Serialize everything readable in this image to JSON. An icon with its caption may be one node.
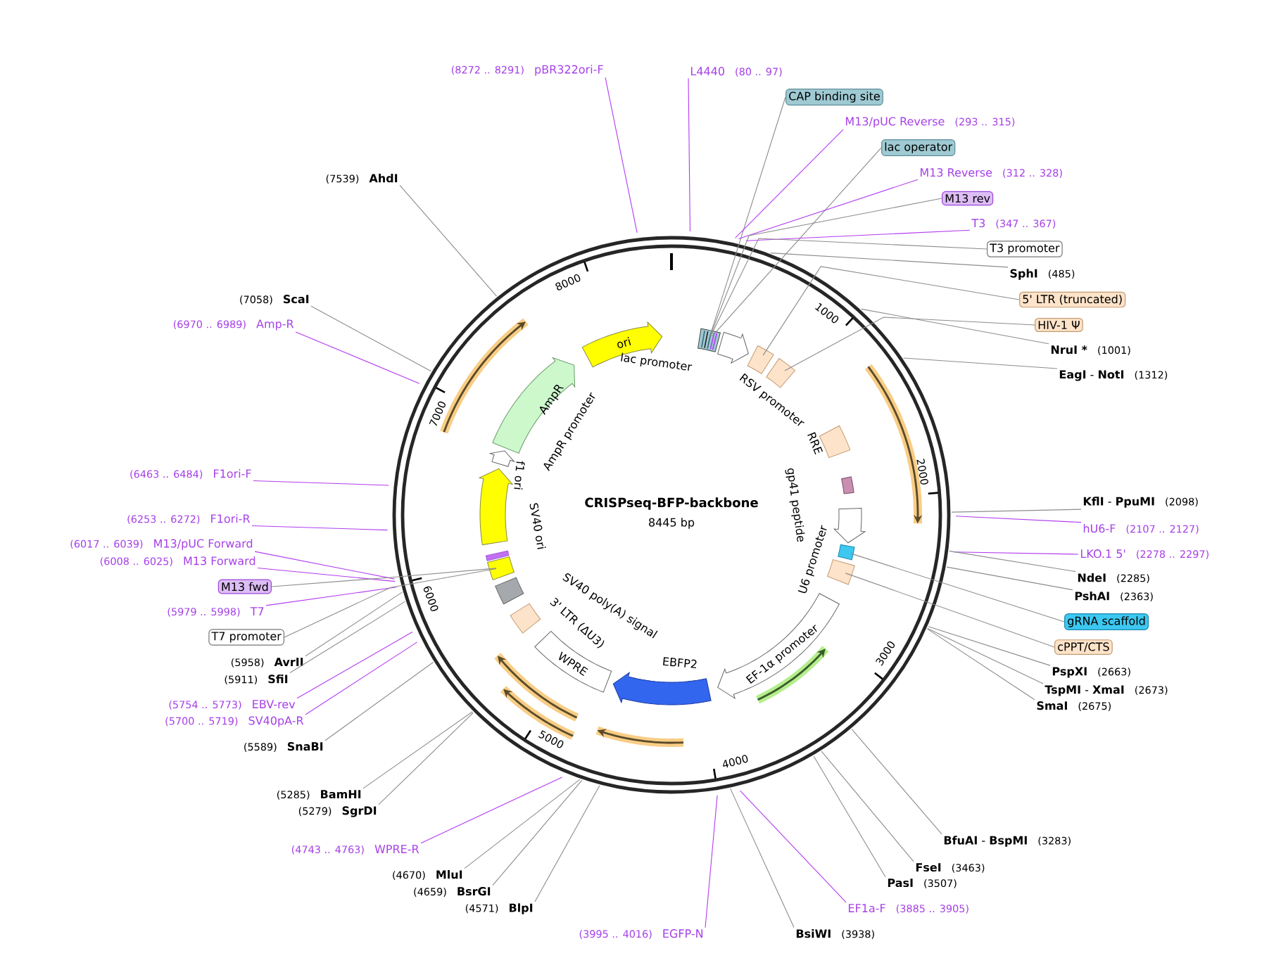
{
  "diagram": {
    "title": "CRISPseq-BFP-backbone",
    "nodes": [
      {
        "text": [
          "(8272 .. 8291)",
          "pBR322ori-F"
        ]
      },
      {
        "text": [
          "L4440",
          "(80 .. 97)"
        ]
      },
      {
        "text": [
          "CAP binding site"
        ]
      },
      {
        "text": [
          "M13/pUC Reverse",
          "(293 .. 315)"
        ]
      },
      {
        "text": [
          "lac operator"
        ]
      },
      {
        "text": [
          "M13 Reverse",
          "(312 .. 328)"
        ]
      },
      {
        "text": [
          "(7539)",
          "AhdI"
        ]
      },
      {
        "text": [
          "M13 rev"
        ]
      },
      {
        "text": [
          "T3",
          "(347 .. 367)"
        ]
      },
      {
        "text": [
          "T3 promoter"
        ]
      },
      {
        "text": [
          "SphI",
          "(485)"
        ]
      },
      {
        "text": [
          "5' LTR (truncated)"
        ]
      },
      {
        "text": [
          "(7058)",
          "ScaI"
        ]
      },
      {
        "text": [
          "HIV-1 Ψ"
        ]
      },
      {
        "text": [
          "(6970 .. 6989)",
          "Amp-R"
        ]
      },
      {
        "text": [
          "NruI *",
          "(1001)"
        ]
      },
      {
        "text": [
          "**EagI** - **NotI**",
          "(1312)"
        ]
      },
      {
        "text": [
          "(6463 .. 6484)",
          "F1ori-F"
        ]
      },
      {
        "text": [
          "**KflI** - **PpuMI**",
          "(2098)"
        ]
      },
      {
        "text": [
          "(6253 .. 6272)",
          "F1ori-R"
        ]
      },
      {
        "text": [
          "hU6-F",
          "(2107 .. 2127)"
        ]
      },
      {
        "text": [
          "(6017 .. 6039)",
          "M13/pUC Forward"
        ]
      },
      {
        "text": [
          "LKO.1 5'",
          "(2278 .. 2297)"
        ]
      },
      {
        "text": [
          "(6008 .. 6025)",
          "M13 Forward"
        ]
      },
      {
        "text": [
          "NdeI",
          "(2285)"
        ]
      },
      {
        "text": [
          "M13 fwd"
        ]
      },
      {
        "text": [
          "PshAI",
          "(2363)"
        ]
      },
      {
        "text": [
          "(5979 .. 5998)",
          "T7"
        ]
      },
      {
        "text": [
          "gRNA scaffold"
        ]
      },
      {
        "text": [
          "T7 promoter"
        ]
      },
      {
        "text": [
          "cPPT/CTS"
        ]
      },
      {
        "text": [
          "(5958)",
          "AvrII"
        ]
      },
      {
        "text": [
          "PspXI",
          "(2663)"
        ]
      },
      {
        "text": [
          "(5911)",
          "SfiI"
        ]
      },
      {
        "text": [
          "**TspMI** - **XmaI**",
          "(2673)"
        ]
      },
      {
        "text": [
          "(5754 .. 5773)",
          "EBV-rev"
        ]
      },
      {
        "text": [
          "SmaI",
          "(2675)"
        ]
      },
      {
        "text": [
          "(5700 .. 5719)",
          "SV40pA-R"
        ]
      },
      {
        "text": [
          "(5589)",
          "SnaBI"
        ]
      },
      {
        "text": [
          "(5285)",
          "BamHI"
        ]
      },
      {
        "text": [
          "(5279)",
          "SgrDI"
        ]
      },
      {
        "text": [
          "**BfuAI** - **BspMI**",
          "(3283)"
        ]
      },
      {
        "text": [
          "(4743 .. 4763)",
          "WPRE-R"
        ]
      },
      {
        "text": [
          "FseI",
          "(3463)"
        ]
      },
      {
        "text": [
          "(4670)",
          "MluI"
        ]
      },
      {
        "text": [
          "PasI",
          "(3507)"
        ]
      },
      {
        "text": [
          "(4659)",
          "BsrGI"
        ]
      },
      {
        "text": [
          "EF1a-F",
          "(3885 .. 3905)"
        ]
      },
      {
        "text": [
          "(4571)",
          "BlpI"
        ]
      },
      {
        "text": [
          "(3995 .. 4016)",
          "EGFP-N"
        ]
      },
      {
        "text": [
          "BsiWI",
          "(3938)"
        ]
      },
      {
        "text": [
          "ori"
        ]
      },
      {
        "text": [],
        "shape": "box"
      },
      {
        "text": [],
        "shape": "arrow"
      },
      {
        "text": [],
        "shape": "box"
      },
      {
        "text": [],
        "shape": "box"
      },
      {
        "text": [],
        "shape": "box"
      },
      {
        "text": [],
        "shape": "box"
      },
      {
        "text": [],
        "shape": "arrow"
      },
      {
        "text": [],
        "shape": "box"
      },
      {
        "text": [],
        "shape": "box"
      },
      {
        "text": [
          "EF-1α promoter"
        ]
      },
      {
        "text": [],
        "shape": "arrow"
      },
      {
        "text": [
          "WPRE"
        ]
      },
      {
        "text": [],
        "shape": "box"
      },
      {
        "text": [],
        "shape": "box"
      },
      {
        "text": [],
        "shape": "box"
      },
      {
        "text": [],
        "shape": "arrow"
      },
      {
        "text": [],
        "shape": "arrow"
      },
      {
        "text": [],
        "shape": "arrow"
      }
    ],
    "edges": [
      {
        "from": 0,
        "to": null,
        "arrow": "none",
        "color": "#b23cf0"
      },
      {
        "from": 1,
        "to": null,
        "arrow": "none",
        "color": "#b23cf0"
      },
      {
        "from": 2,
        "to": 52,
        "arrow": "none"
      },
      {
        "from": 3,
        "to": null,
        "arrow": "none",
        "color": "#b23cf0"
      },
      {
        "from": 4,
        "to": 52,
        "arrow": "none"
      },
      {
        "from": 5,
        "to": null,
        "arrow": "none",
        "color": "#b23cf0"
      },
      {
        "from": 6,
        "to": null,
        "arrow": "none"
      },
      {
        "from": 7,
        "to": 52,
        "arrow": "none"
      },
      {
        "from": 8,
        "to": null,
        "arrow": "none",
        "color": "#b23cf0"
      },
      {
        "from": 9,
        "to": 52,
        "arrow": "none"
      },
      {
        "from": 10,
        "to": null,
        "arrow": "none"
      },
      {
        "from": 11,
        "to": 54,
        "arrow": "none"
      },
      {
        "from": 12,
        "to": null,
        "arrow": "none"
      },
      {
        "from": 13,
        "to": 55,
        "arrow": "none"
      },
      {
        "from": 14,
        "to": null,
        "arrow": "none",
        "color": "#b23cf0"
      },
      {
        "from": 15,
        "to": null,
        "arrow": "none"
      },
      {
        "from": 16,
        "to": null,
        "arrow": "none"
      },
      {
        "from": 17,
        "to": null,
        "arrow": "none",
        "color": "#b23cf0"
      },
      {
        "from": 18,
        "to": null,
        "arrow": "none"
      },
      {
        "from": 19,
        "to": null,
        "arrow": "none",
        "color": "#b23cf0"
      },
      {
        "from": 20,
        "to": null,
        "arrow": "none",
        "color": "#b23cf0"
      },
      {
        "from": 21,
        "to": null,
        "arrow": "none",
        "color": "#b23cf0"
      },
      {
        "from": 22,
        "to": null,
        "arrow": "none",
        "color": "#b23cf0"
      },
      {
        "from": 23,
        "to": null,
        "arrow": "none",
        "color": "#b23cf0"
      },
      {
        "from": 24,
        "to": null,
        "arrow": "none"
      },
      {
        "from": 25,
        "to": 66,
        "arrow": "none"
      },
      {
        "from": 26,
        "to": null,
        "arrow": "none"
      },
      {
        "from": 27,
        "to": null,
        "arrow": "none",
        "color": "#b23cf0"
      },
      {
        "from": 28,
        "to": 59,
        "arrow": "none"
      },
      {
        "from": 29,
        "to": 66,
        "arrow": "none"
      },
      {
        "from": 30,
        "to": 60,
        "arrow": "none"
      },
      {
        "from": 31,
        "to": null,
        "arrow": "none"
      },
      {
        "from": 32,
        "to": null,
        "arrow": "none"
      },
      {
        "from": 33,
        "to": null,
        "arrow": "none"
      },
      {
        "from": 34,
        "to": null,
        "arrow": "none"
      },
      {
        "from": 35,
        "to": null,
        "arrow": "none",
        "color": "#b23cf0"
      },
      {
        "from": 36,
        "to": null,
        "arrow": "none"
      },
      {
        "from": 37,
        "to": null,
        "arrow": "none",
        "color": "#b23cf0"
      },
      {
        "from": 38,
        "to": null,
        "arrow": "none"
      },
      {
        "from": 39,
        "to": null,
        "arrow": "none"
      },
      {
        "from": 40,
        "to": null,
        "arrow": "none"
      },
      {
        "from": 41,
        "to": null,
        "arrow": "none"
      },
      {
        "from": 42,
        "to": null,
        "arrow": "none",
        "color": "#b23cf0"
      },
      {
        "from": 43,
        "to": null,
        "arrow": "none"
      },
      {
        "from": 44,
        "to": null,
        "arrow": "none"
      },
      {
        "from": 45,
        "to": null,
        "arrow": "none"
      },
      {
        "from": 46,
        "to": null,
        "arrow": "none"
      },
      {
        "from": 47,
        "to": null,
        "arrow": "none",
        "color": "#b23cf0"
      },
      {
        "from": 48,
        "to": null,
        "arrow": "none"
      },
      {
        "from": 49,
        "to": null,
        "arrow": "none",
        "color": "#b23cf0"
      },
      {
        "from": 50,
        "to": null,
        "arrow": "none"
      }
    ],
    "labels": [
      "8445 bp",
      "1000",
      "2000",
      "3000",
      "4000",
      "5000",
      "6000",
      "7000",
      "8000",
      "lac promoter",
      "RSV promoter",
      "RRE",
      "gp41 peptide",
      "U6 promoter",
      "EBFP2",
      "3' LTR (ΔU3)",
      "SV40 poly(A) signal",
      "SV40 ori",
      "f1 ori",
      "AmpR promoter",
      "AmpR"
    ]
  }
}
